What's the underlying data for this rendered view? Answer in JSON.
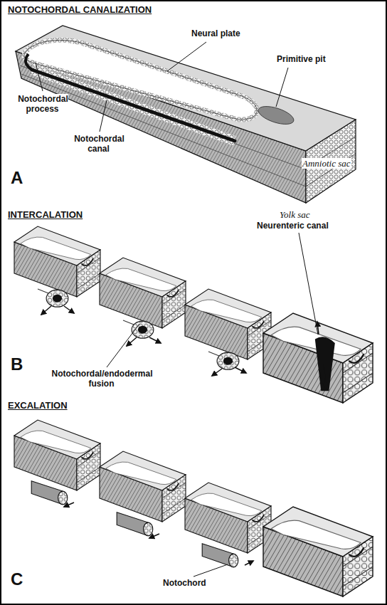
{
  "diagram": {
    "labels": [
      "NOTOCHORDAL CANALIZATION",
      "Neural plate",
      "Primitive pit",
      "Notochordal process",
      "Notochordal canal",
      "Amniotic sac",
      "Yolk sac",
      "A",
      "INTERCALATION",
      "Neurenteric canal",
      "Notochordal/endodermal fusion",
      "B",
      "EXCALATION",
      "Notochord",
      "C"
    ]
  }
}
